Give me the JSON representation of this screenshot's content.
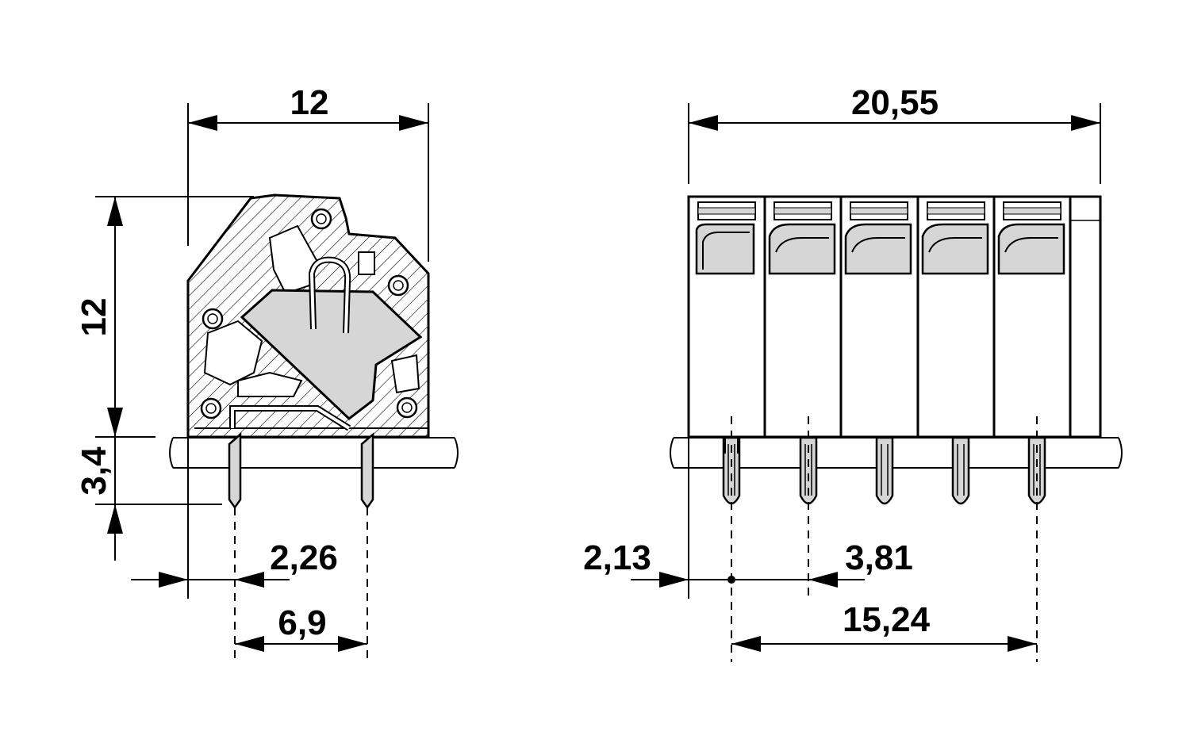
{
  "side_view": {
    "width_dim": "12",
    "height_dim": "12",
    "pin_length_dim": "3,4",
    "pin_offset_dim": "2,26",
    "pin_spacing_dim": "6,9"
  },
  "front_view": {
    "width_dim": "20,55",
    "edge_offset_dim": "2,13",
    "pitch_dim": "3,81",
    "span_dim": "15,24"
  },
  "colors": {
    "line": "#000000",
    "fill_gray": "#d6d6d6",
    "background": "#ffffff"
  }
}
